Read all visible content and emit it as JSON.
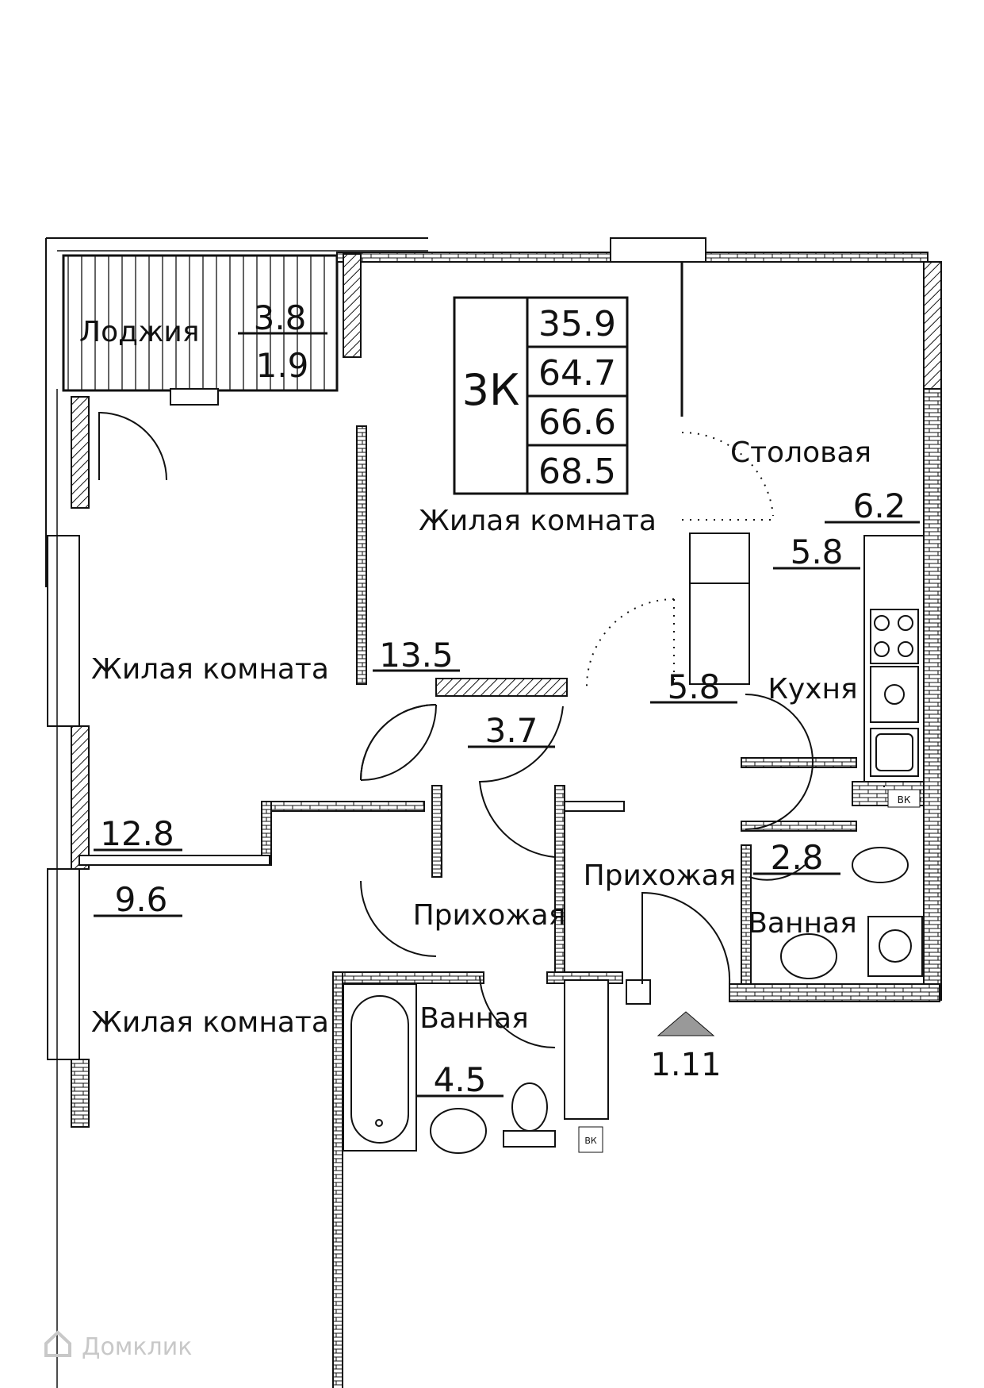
{
  "plan": {
    "apartment_type": "3К",
    "totals": [
      "35.9",
      "64.7",
      "66.6",
      "68.5"
    ],
    "rooms": [
      {
        "id": "loggia",
        "name": "Лоджия",
        "area_top": "3.8",
        "area_bottom": "1.9"
      },
      {
        "id": "living-center",
        "name": "Жилая комната",
        "area": "13.5"
      },
      {
        "id": "dining",
        "name": "Столовая",
        "area": "6.2"
      },
      {
        "id": "kitchen",
        "name": "Кухня",
        "area": "5.8",
        "area2": "5.8"
      },
      {
        "id": "living-left-top",
        "name": "Жилая комната",
        "area": "12.8"
      },
      {
        "id": "living-left-bottom",
        "name": "Жилая комната",
        "area": "9.6"
      },
      {
        "id": "hall-small",
        "area": "3.7"
      },
      {
        "id": "hall-left",
        "name": "Прихожая"
      },
      {
        "id": "hall-right",
        "name": "Прихожая"
      },
      {
        "id": "bath-right",
        "name": "Ванная",
        "area": "2.8"
      },
      {
        "id": "bath-left",
        "name": "Ванная",
        "area": "4.5"
      }
    ],
    "entrance_mark": "1.11",
    "vk_label": "ВК",
    "watermark": "Домклик"
  },
  "colors": {
    "line": "#111111",
    "watermark": "#c8c8c8"
  }
}
